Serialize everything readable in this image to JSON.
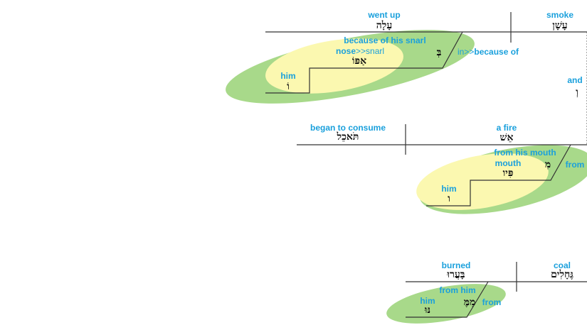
{
  "colors": {
    "english": "#1aa0dc",
    "hebrew": "#111111",
    "outer_phrase": "#a8d98a",
    "inner_phrase": "#fbf8b0"
  },
  "clause1": {
    "verb": {
      "en": "went up",
      "he": "עָלָה"
    },
    "subject": {
      "en": "smoke",
      "he": "עָשָׁן"
    },
    "conj": {
      "en": "and",
      "he": "וְ"
    },
    "phrase": {
      "en": "because of his snarl",
      "prep_en_a": "in>>",
      "prep_en_b": "because of",
      "prep_he": "בְּ",
      "noun_en_a": "nose",
      "noun_en_b": ">>snarl",
      "noun_he": "אַפּוֹ",
      "suffix_en": "him",
      "suffix_he": "וֹ"
    }
  },
  "clause2": {
    "verb": {
      "en": "began to consume",
      "he": "תֹּאכֵל"
    },
    "subject": {
      "en": "a fire",
      "he": "אֵשׁ"
    },
    "phrase": {
      "en": "from his mouth",
      "prep_en": "from",
      "prep_he": "מִ",
      "noun_en": "mouth",
      "noun_he": "פִּיו",
      "suffix_en": "him",
      "suffix_he": "ו"
    }
  },
  "clause3": {
    "verb": {
      "en": "burned",
      "he": "בָּעֲרוּ"
    },
    "subject": {
      "en": "coal",
      "he": "גֶּחָלִים"
    },
    "phrase": {
      "en": "from him",
      "prep_en": "from",
      "prep_he": "מִמֶּ",
      "suffix_en": "him",
      "suffix_he": "נּוּ"
    }
  }
}
